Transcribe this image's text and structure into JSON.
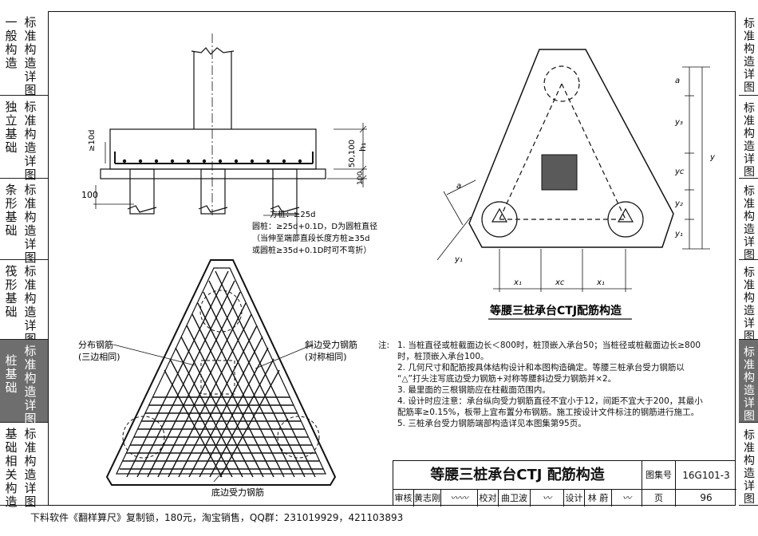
{
  "left_tabs": [
    {
      "category": "一般构造",
      "label": "标准构造详图",
      "active": false
    },
    {
      "category": "独立基础",
      "label": "标准构造详图",
      "active": false
    },
    {
      "category": "条形基础",
      "label": "标准构造详图",
      "active": false
    },
    {
      "category": "筏形基础",
      "label": "标准构造详图",
      "active": false
    },
    {
      "category": "桩基础",
      "label": "标准构造详图",
      "active": true
    },
    {
      "category": "基础相关构造",
      "label": "标准构造详图",
      "active": false
    }
  ],
  "right_tabs": [
    {
      "label": "标准构造详图",
      "active": false
    },
    {
      "label": "标准构造详图",
      "active": false
    },
    {
      "label": "标准构造详图",
      "active": false
    },
    {
      "label": "标准构造详图",
      "active": false
    },
    {
      "label": "标准构造详图",
      "active": true
    },
    {
      "label": "标准构造详图",
      "active": false
    }
  ],
  "section": {
    "dims": {
      "ten_d": "≥10d",
      "h1": "h₁",
      "cover": "50,100",
      "embed": "100",
      "edge": "100"
    },
    "notes": [
      "方桩：≥25d",
      "圆桩：≥25d+0.1D，D为圆桩直径",
      "（当伸至端部直段长度方桩≥35d",
      "或圆桩≥35d+0.1D时可不弯折）"
    ]
  },
  "rebar_plan": {
    "dist_label_1": "分布钢筋",
    "dist_label_2": "(三边相同)",
    "side_label_1": "斜边受力钢筋",
    "side_label_2": "(对称相同)",
    "bottom_label": "底边受力钢筋"
  },
  "plan": {
    "title": "等腰三桩承台CTJ配筋构造",
    "dims": {
      "a_top": "a",
      "y3": "y₃",
      "y": "y",
      "yc": "yc",
      "y2": "y₂",
      "y1": "y₁",
      "a_left": "a",
      "y1_left": "y₁",
      "x1_left": "x₁",
      "xc": "xc",
      "x1_right": "x₁"
    }
  },
  "notes": {
    "label": "注:",
    "items": [
      "1. 当桩直径或桩截面边长＜800时，桩顶嵌入承台50；当桩径或桩截面边长≥800",
      "    时，桩顶嵌入承台100。",
      "2. 几何尺寸和配筋按具体结构设计和本图构造确定。等腰三桩承台受力钢筋以",
      "   “△”打头注写底边受力钢筋+对称等腰斜边受力钢筋并×2。",
      "3. 最里面的三根钢筋应在柱截面范围内。",
      "4. 设计时应注意：承台纵向受力钢筋直径不宜小于12，间距不宜大于200，其最小",
      "   配筋率≥0.15%，板带上宜布置分布钢筋。施工按设计文件标注的钢筋进行施工。",
      "5. 三桩承台受力钢筋端部构造详见本图集第95页。"
    ]
  },
  "title_block": {
    "title": "等腰三桩承台CTJ 配筋构造",
    "atlas_label": "图集号",
    "atlas_no": "16G101-3",
    "review_label": "审核",
    "reviewer": "黄志刚",
    "check_label": "校对",
    "checker": "曲卫波",
    "design_label": "设计",
    "designer": "林 蔚",
    "page_label": "页",
    "page_no": "96"
  },
  "footer": "下料软件《翻样算尺》复制锁，180元，淘宝销售，QQ群：231019929，421103893"
}
